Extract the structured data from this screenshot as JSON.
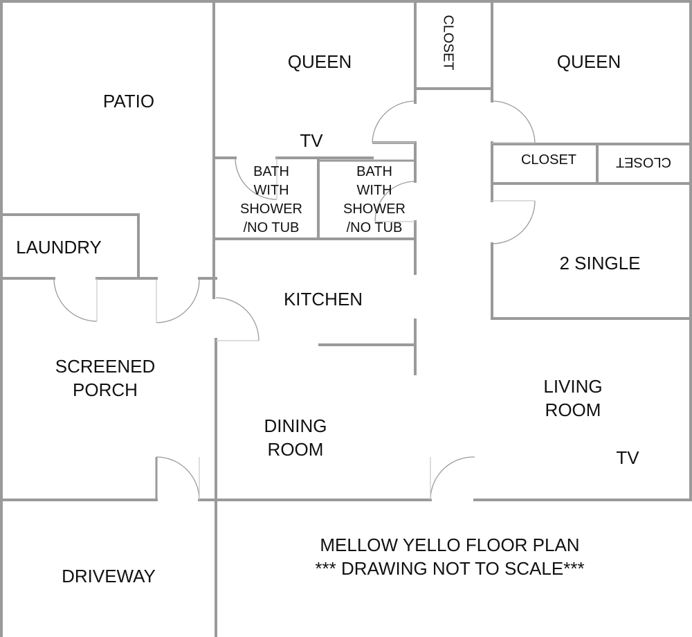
{
  "plan": {
    "title": "MELLOW YELLO FLOOR PLAN",
    "note": "*** DRAWING NOT TO SCALE***",
    "rooms": {
      "patio": "PATIO",
      "queen_left": "QUEEN",
      "tv_bedroom": "TV",
      "closet_top": "CLOSET",
      "queen_right": "QUEEN",
      "closet_mid": "CLOSET",
      "closet_right": "CLOSET",
      "bath_left": [
        "BATH",
        "WITH",
        "SHOWER",
        "/NO TUB"
      ],
      "bath_right": [
        "BATH",
        "WITH",
        "SHOWER",
        "/NO TUB"
      ],
      "laundry": "LAUNDRY",
      "two_single": "2 SINGLE",
      "kitchen": "KITCHEN",
      "screened_porch": [
        "SCREENED",
        "PORCH"
      ],
      "living_room": [
        "LIVING",
        "ROOM"
      ],
      "dining_room": [
        "DINING",
        "ROOM"
      ],
      "tv_living": "TV",
      "driveway": "DRIVEWAY"
    }
  }
}
